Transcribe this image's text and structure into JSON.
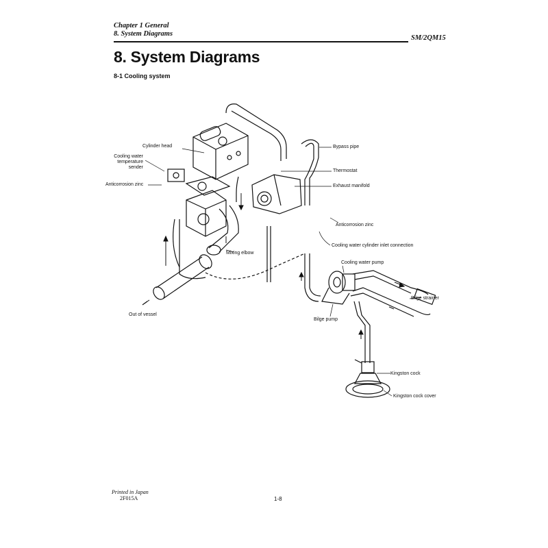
{
  "header": {
    "chapter": "Chapter 1 General",
    "section": "8. System Diagrams",
    "model": "SM/2QM15"
  },
  "title": "8. System Diagrams",
  "subtitle": "8-1 Cooling system",
  "labels": {
    "cylinder_head": "Cylinder head",
    "cooling_water_temp_sender": [
      "Cooling water",
      "temperature",
      "sender"
    ],
    "anticorrosion_zinc_left": "Anticorrosion zinc",
    "bypass_pipe": "Bypass pipe",
    "thermostat": "Thermostat",
    "exhaust_manifold": "Exhaust manifold",
    "anticorrosion_zinc_right": "Anticorrosion zinc",
    "cooling_water_inlet": "Cooling water cylinder inlet connection",
    "mixing_elbow": "Mixing elbow",
    "cooling_water_pump": "Cooling water pump",
    "bilge_strainer": "Bilge strainer",
    "out_of_vessel": "Out of vessel",
    "bilge_pump": "Bilge pump",
    "kingston_cock": "Kingston cock",
    "kingston_cock_cover": "Kingston cock cover"
  },
  "footer": {
    "printed": "Printed in Japan",
    "code": "2F015A",
    "page": "1-8"
  }
}
